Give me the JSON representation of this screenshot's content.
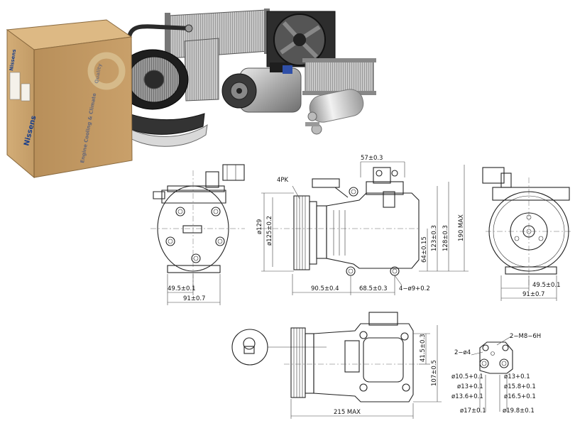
{
  "photo": {
    "box_brand": "Nissens",
    "box_tagline": "Engine Cooling & Climate",
    "box_badge": "Quality"
  },
  "drawing": {
    "view1": {
      "d_49_5": "49.5±0.1",
      "d_91": "91±0.7"
    },
    "view2": {
      "d_57": "57±0.3",
      "d_4pk": "4PK",
      "d_129": "ø129",
      "d_125": "ø125±0.2",
      "d_64": "64±0.15",
      "d_123": "123±0.3",
      "d_128": "128±0.3",
      "d_190": "190 MAX",
      "d_90_5": "90.5±0.4",
      "d_68_5": "68.5±0.3",
      "d_hole": "4−ø9+0.2"
    },
    "view3": {
      "d_49_5": "49.5±0.1",
      "d_91": "91±0.7"
    },
    "view4": {
      "d_41_5": "41.5±0.3",
      "d_107": "107±0.5",
      "d_215": "215 MAX"
    },
    "view5": {
      "d_m8": "2−M8−6H",
      "d_4": "2−ø4",
      "d_10_5": "ø10.5+0.1",
      "d_13a": "ø13+0.1",
      "d_13b": "ø13+0.1",
      "d_13_6": "ø13.6+0.1",
      "d_15_8": "ø15.8+0.1",
      "d_16_5": "ø16.5+0.1",
      "d_17": "ø17±0.1",
      "d_19_8": "ø19.8±0.1"
    }
  }
}
